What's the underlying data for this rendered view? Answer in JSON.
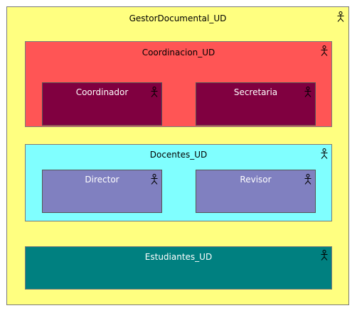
{
  "diagram": {
    "root": {
      "label": "GestorDocumental_UD",
      "fill": "#ffff80",
      "icon": "actor-icon"
    },
    "groups": [
      {
        "label": "Coordinacion_UD",
        "fill": "#ff5555",
        "icon": "actor-icon",
        "children": [
          {
            "label": "Coordinador",
            "fill": "#800040",
            "icon": "actor-icon"
          },
          {
            "label": "Secretaria",
            "fill": "#800040",
            "icon": "actor-icon"
          }
        ]
      },
      {
        "label": "Docentes_UD",
        "fill": "#80ffff",
        "icon": "actor-icon",
        "children": [
          {
            "label": "Director",
            "fill": "#8080c0",
            "icon": "actor-icon"
          },
          {
            "label": "Revisor",
            "fill": "#8080c0",
            "icon": "actor-icon"
          }
        ]
      },
      {
        "label": "Estudiantes_UD",
        "fill": "#008080",
        "icon": "actor-icon",
        "children": []
      }
    ]
  }
}
